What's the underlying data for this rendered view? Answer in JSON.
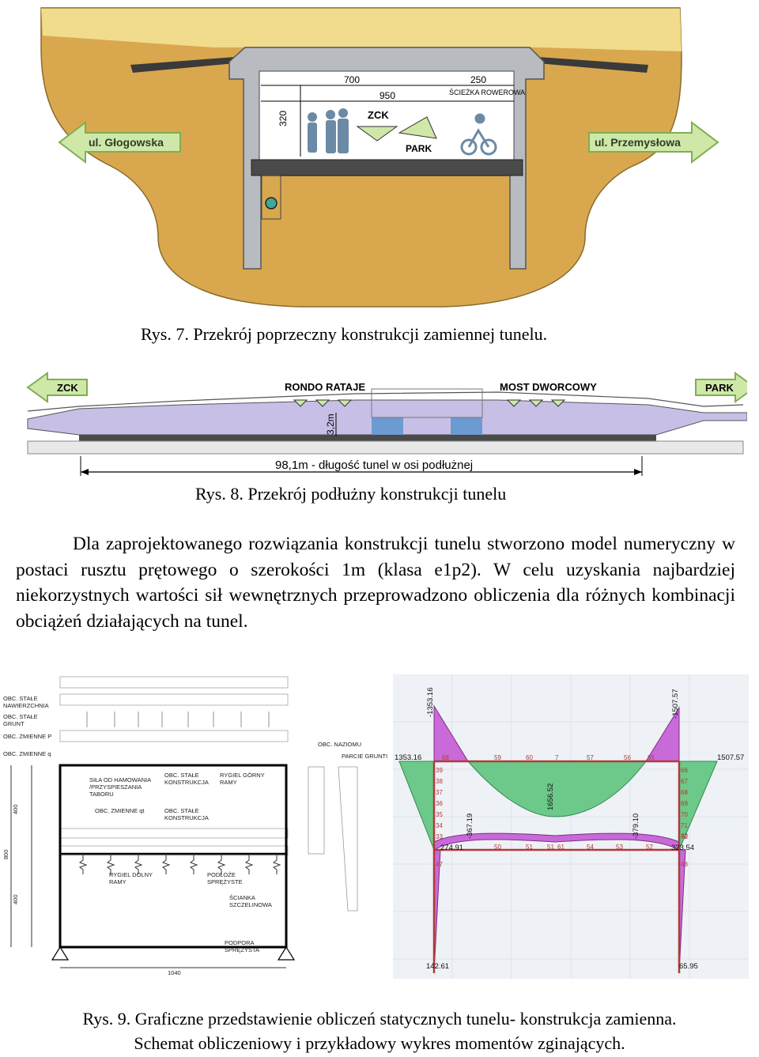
{
  "fig7": {
    "caption": "Rys. 7. Przekrój poprzeczny konstrukcji zamiennej tunelu.",
    "dim_width": "950",
    "dim_left": "700",
    "dim_right": "250",
    "dim_height": "320",
    "label_zck": "ZCK",
    "label_park": "PARK",
    "label_bike": "ŚCIEŻKA ROWEROWA",
    "arrow_left": "ul. Głogowska",
    "arrow_right": "ul. Przemysłowa"
  },
  "fig8": {
    "caption": "Rys. 8. Przekrój podłużny konstrukcji tunelu",
    "arrow_left": "ZCK",
    "arrow_right": "PARK",
    "label_rondo": "RONDO RATAJE",
    "label_most": "MOST DWORCOWY",
    "dim_height": "3,2m",
    "dim_length": "98,1m - długość tunel w osi podłużnej"
  },
  "paragraph": "Dla zaprojektowanego rozwiązania konstrukcji tunelu stworzono model numeryczny w postaci rusztu prętowego o szerokości 1m (klasa e1p2). W celu uzyskania najbardziej niekorzystnych wartości sił wewnętrznych przeprowadzono obliczenia dla różnych kombinacji obciążeń działających na tunel.",
  "fig9": {
    "caption_line1": "Rys. 9. Graficzne przedstawienie obliczeń statycznych tunelu- konstrukcja zamienna.",
    "caption_line2": "Schemat obliczeniowy i przykładowy wykres momentów zginających.",
    "schema": {
      "obc_stale_nawierzchnia_1": "OBC. STAŁE",
      "obc_stale_nawierzchnia_2": "NAWIERZCHNIA",
      "obc_stale_grunt_1": "OBC. STAŁE",
      "obc_stale_grunt_2": "GRUNT",
      "obc_zmienne_p": "OBC. ZMIENNE P",
      "obc_zmienne_q": "OBC. ZMIENNE q",
      "obc_naziomu": "OBC. NAZIOMU",
      "parcie_gruntu": "PARCIE GRUNTU",
      "sila_hamowania_1": "SIŁA OD HAMOWANIA",
      "sila_hamowania_2": "/PRZYSPIESZANIA",
      "sila_hamowania_3": "TABORU",
      "obc_stale_konstr_1": "OBC. STAŁE",
      "obc_stale_konstr_2": "KONSTRUKCJA",
      "rygiel_gorny_1": "RYGIEL GÓRNY",
      "rygiel_gorny_2": "RAMY",
      "obc_zmienne_qt": "OBC. ZMIENNE qt",
      "obc_stale_konstr2_1": "OBC. STAŁE",
      "obc_stale_konstr2_2": "KONSTRUKCJA",
      "rygiel_dolny_1": "RYGIEL DOLNY",
      "rygiel_dolny_2": "RAMY",
      "podloze_1": "PODŁOŻE",
      "podloze_2": "SPRĘŻYSTE",
      "scianka_1": "ŚCIANKA",
      "scianka_2": "SZCZELINOWA",
      "podpora_1": "PODPORA",
      "podpora_2": "SPRĘŻYSTA",
      "dim_400a": "400",
      "dim_800": "800",
      "dim_400b": "400",
      "dim_1040": "1040"
    },
    "moments": {
      "top_left": "1353.16",
      "top_left_vert": "-1353.16",
      "top_right": "1507.57",
      "top_right_vert": "-1507.57",
      "midspan": "1656.52",
      "lower_left": "-367.19",
      "lower_right": "-379.10",
      "bottom_left_node": "274.91",
      "bottom_right_node": "323.54",
      "base_left": "142.61",
      "base_right": "65.95",
      "top_beam": [
        "68",
        "59",
        "60",
        "7",
        "57",
        "56",
        "65"
      ],
      "left_wall": [
        "39",
        "38",
        "37",
        "36",
        "35",
        "34",
        "33"
      ],
      "right_wall": [
        "66",
        "67",
        "68",
        "69",
        "70",
        "71",
        "72"
      ],
      "bottom_beam": [
        "50",
        "51",
        "51",
        "61",
        "54",
        "53",
        "52"
      ],
      "left_lower_wall": [
        "47"
      ],
      "right_lower_wall": [
        "40",
        "48"
      ]
    }
  },
  "colors": {
    "soil": "#d9a84e",
    "sand": "#f0dc8c",
    "concrete": "#b8bcc0",
    "purple": "#c8bfe6",
    "arrow_green": "#cfe8a8",
    "moment_green": "#6dc989",
    "moment_purple": "#c96ad9"
  }
}
